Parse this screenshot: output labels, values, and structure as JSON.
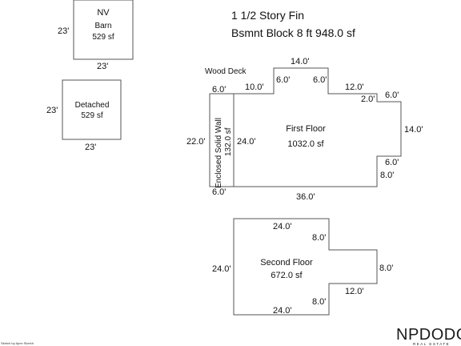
{
  "header": {
    "line1": "1 1/2 Story Fin",
    "line2": "Bsmnt Block 8 ft  948.0 sf"
  },
  "barn": {
    "code": "NV",
    "name": "Barn",
    "area": "529 sf",
    "dim_left": "23'",
    "dim_bottom": "23'"
  },
  "detached": {
    "name": "Detached",
    "area": "529 sf",
    "dim_left": "23'",
    "dim_bottom": "23'"
  },
  "wood_deck": {
    "label": "Wood Deck"
  },
  "enclosed_wall": {
    "name": "Enclosed Solid Wall",
    "area": "132.0 sf",
    "dim_top": "6.0'",
    "dim_left": "22.0'",
    "dim_bottom": "6.0'"
  },
  "first_floor": {
    "name": "First Floor",
    "area": "1032.0 sf",
    "dims": {
      "top_left": "10.0'",
      "bump_top": "14.0'",
      "bump_left": "6.0'",
      "bump_right": "6.0'",
      "top_right": "12.0'",
      "step_a": "2.0'",
      "step_b": "6.0'",
      "right": "14.0'",
      "lower_step": "6.0'",
      "lower_right": "8.0'",
      "bottom": "36.0'",
      "inner_left": "24.0'"
    }
  },
  "second_floor": {
    "name": "Second Floor",
    "area": "672.0 sf",
    "dims": {
      "top": "24.0'",
      "upper_notch": "8.0'",
      "right": "8.0'",
      "lower_ledge": "12.0'",
      "lower_notch": "8.0'",
      "bottom": "24.0'",
      "left": "24.0'"
    }
  },
  "logo": {
    "main": "NPDODGE",
    "sub": "REAL ESTATE"
  },
  "footer": {
    "credit": "Sketch by Apex Sketch"
  }
}
